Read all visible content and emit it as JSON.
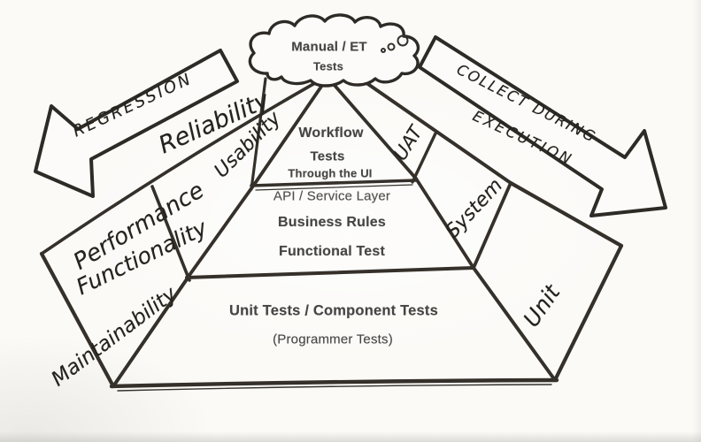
{
  "cloud": {
    "title": "Manual / ET",
    "subtitle": "Tests",
    "bubbles_icon": "thought-bubbles"
  },
  "left_arrow": {
    "label": "REGRESSION"
  },
  "right_arrow": {
    "line1": "COLLECT DURING",
    "line2": "EXECUTION"
  },
  "layers": {
    "ui": {
      "line1": "Workflow",
      "line2": "Tests",
      "line3": "Through the UI"
    },
    "service": {
      "line1": "API / Service Layer",
      "line2": "Business Rules",
      "line3": "Functional Test"
    },
    "unit": {
      "line1": "Unit Tests / Component Tests",
      "line2": "(Programmer Tests)"
    }
  },
  "quality_labels": {
    "reliability": "Reliability",
    "usability": "Usability",
    "performance": "Performance",
    "functionality": "Functionality",
    "maintainability": "Maintainability"
  },
  "level_labels": {
    "uat": "UAT",
    "system": "System",
    "unit": "Unit"
  },
  "colors": {
    "ink": "#35302a",
    "paper": "#fbfaf7",
    "print_text": "#454545"
  }
}
